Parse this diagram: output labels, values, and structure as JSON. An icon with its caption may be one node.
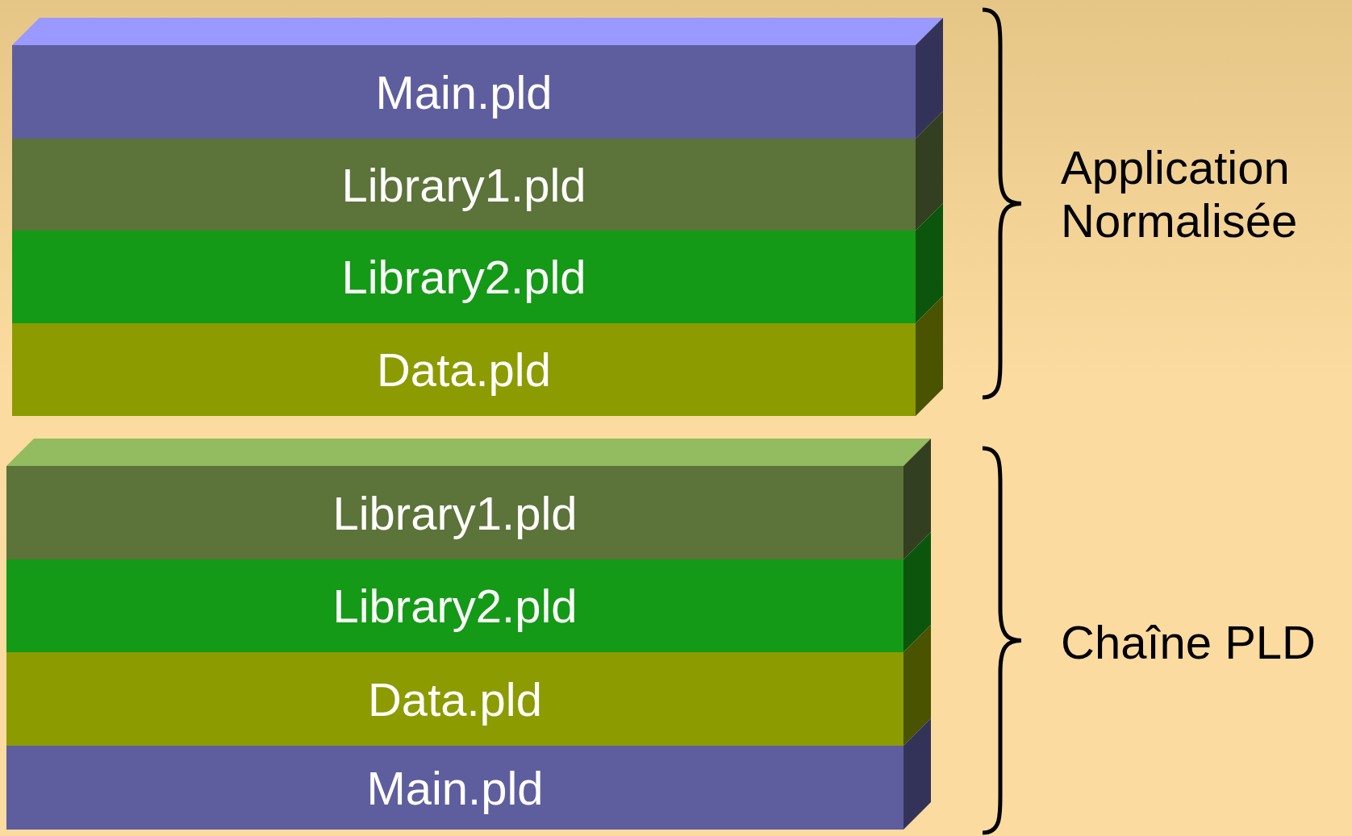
{
  "diagram": {
    "nodes": [
      {
        "text": [
          "Main.pld"
        ]
      },
      {
        "text": [
          "Library1.pld"
        ]
      },
      {
        "text": [
          "Library2.pld"
        ]
      },
      {
        "text": [
          "Data.pld"
        ]
      },
      {
        "text": [
          "Library1.pld"
        ]
      },
      {
        "text": [
          "Library2.pld"
        ]
      },
      {
        "text": [
          "Data.pld"
        ]
      },
      {
        "text": [
          "Main.pld"
        ]
      }
    ],
    "labels": [
      "Application Normalisée",
      "Chaîne PLD"
    ]
  }
}
